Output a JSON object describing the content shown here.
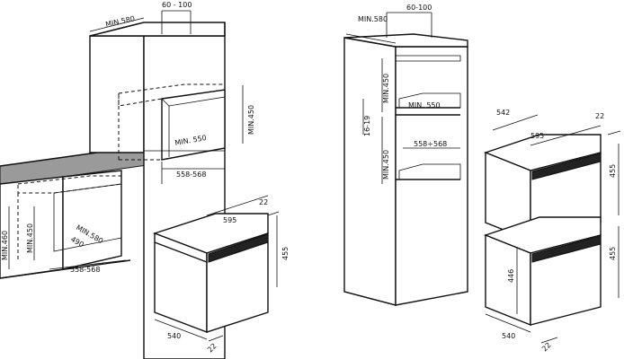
{
  "left_diagram": {
    "dims": {
      "top_range": "60 - 100",
      "min_580_top": "MIN.580",
      "min_450_right": "MIN.450",
      "min_550_inner": "MIN. 550",
      "width_niche": "558-568",
      "oven_width": "595",
      "oven_side": "22",
      "oven_height": "455",
      "oven_depth": "540",
      "oven_bottom_22": "22",
      "under_min460": "MIN.460",
      "under_min450": "MIN.450",
      "under_min580": "MIN.580",
      "under_490": "490",
      "under_width": "558-568"
    }
  },
  "right_diagram": {
    "dims": {
      "min_580": "MIN.580",
      "range_60_100": "60-100",
      "min_450_upper": "MIN.450",
      "min_550": "MIN. 550",
      "gap_16_19": "16-19",
      "min_450_lower": "MIN.450",
      "width_558_568": "558÷568",
      "oven_depth_top": "542",
      "oven_width": "595",
      "oven_side": "22",
      "oven_height_upper": "455",
      "oven_height_lower": "455",
      "lower_inner": "446",
      "lower_depth": "540",
      "lower_22": "22"
    }
  }
}
